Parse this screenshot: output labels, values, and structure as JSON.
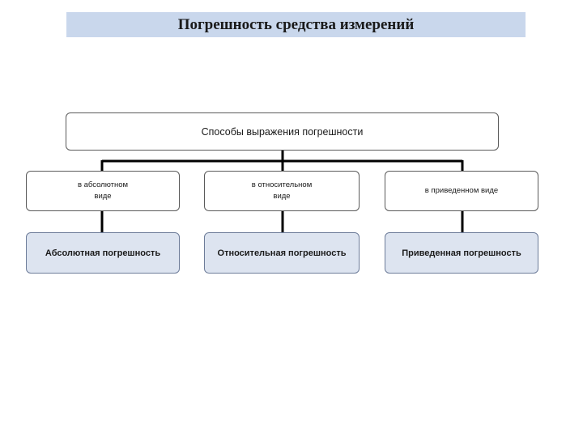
{
  "title": "Погрешность средства измерений",
  "root": {
    "label": "Способы выражения погрешности"
  },
  "branches": [
    {
      "mode": "в абсолютном\nвиде",
      "result": "Абсолютная погрешность"
    },
    {
      "mode": "в относительном\nвиде",
      "result": "Относительная погрешность"
    },
    {
      "mode": "в приведенном виде",
      "result": "Приведенная погрешность"
    }
  ],
  "colors": {
    "title_background": "#c9d7ec",
    "result_background": "#dde4f0",
    "connector": "#000000"
  }
}
